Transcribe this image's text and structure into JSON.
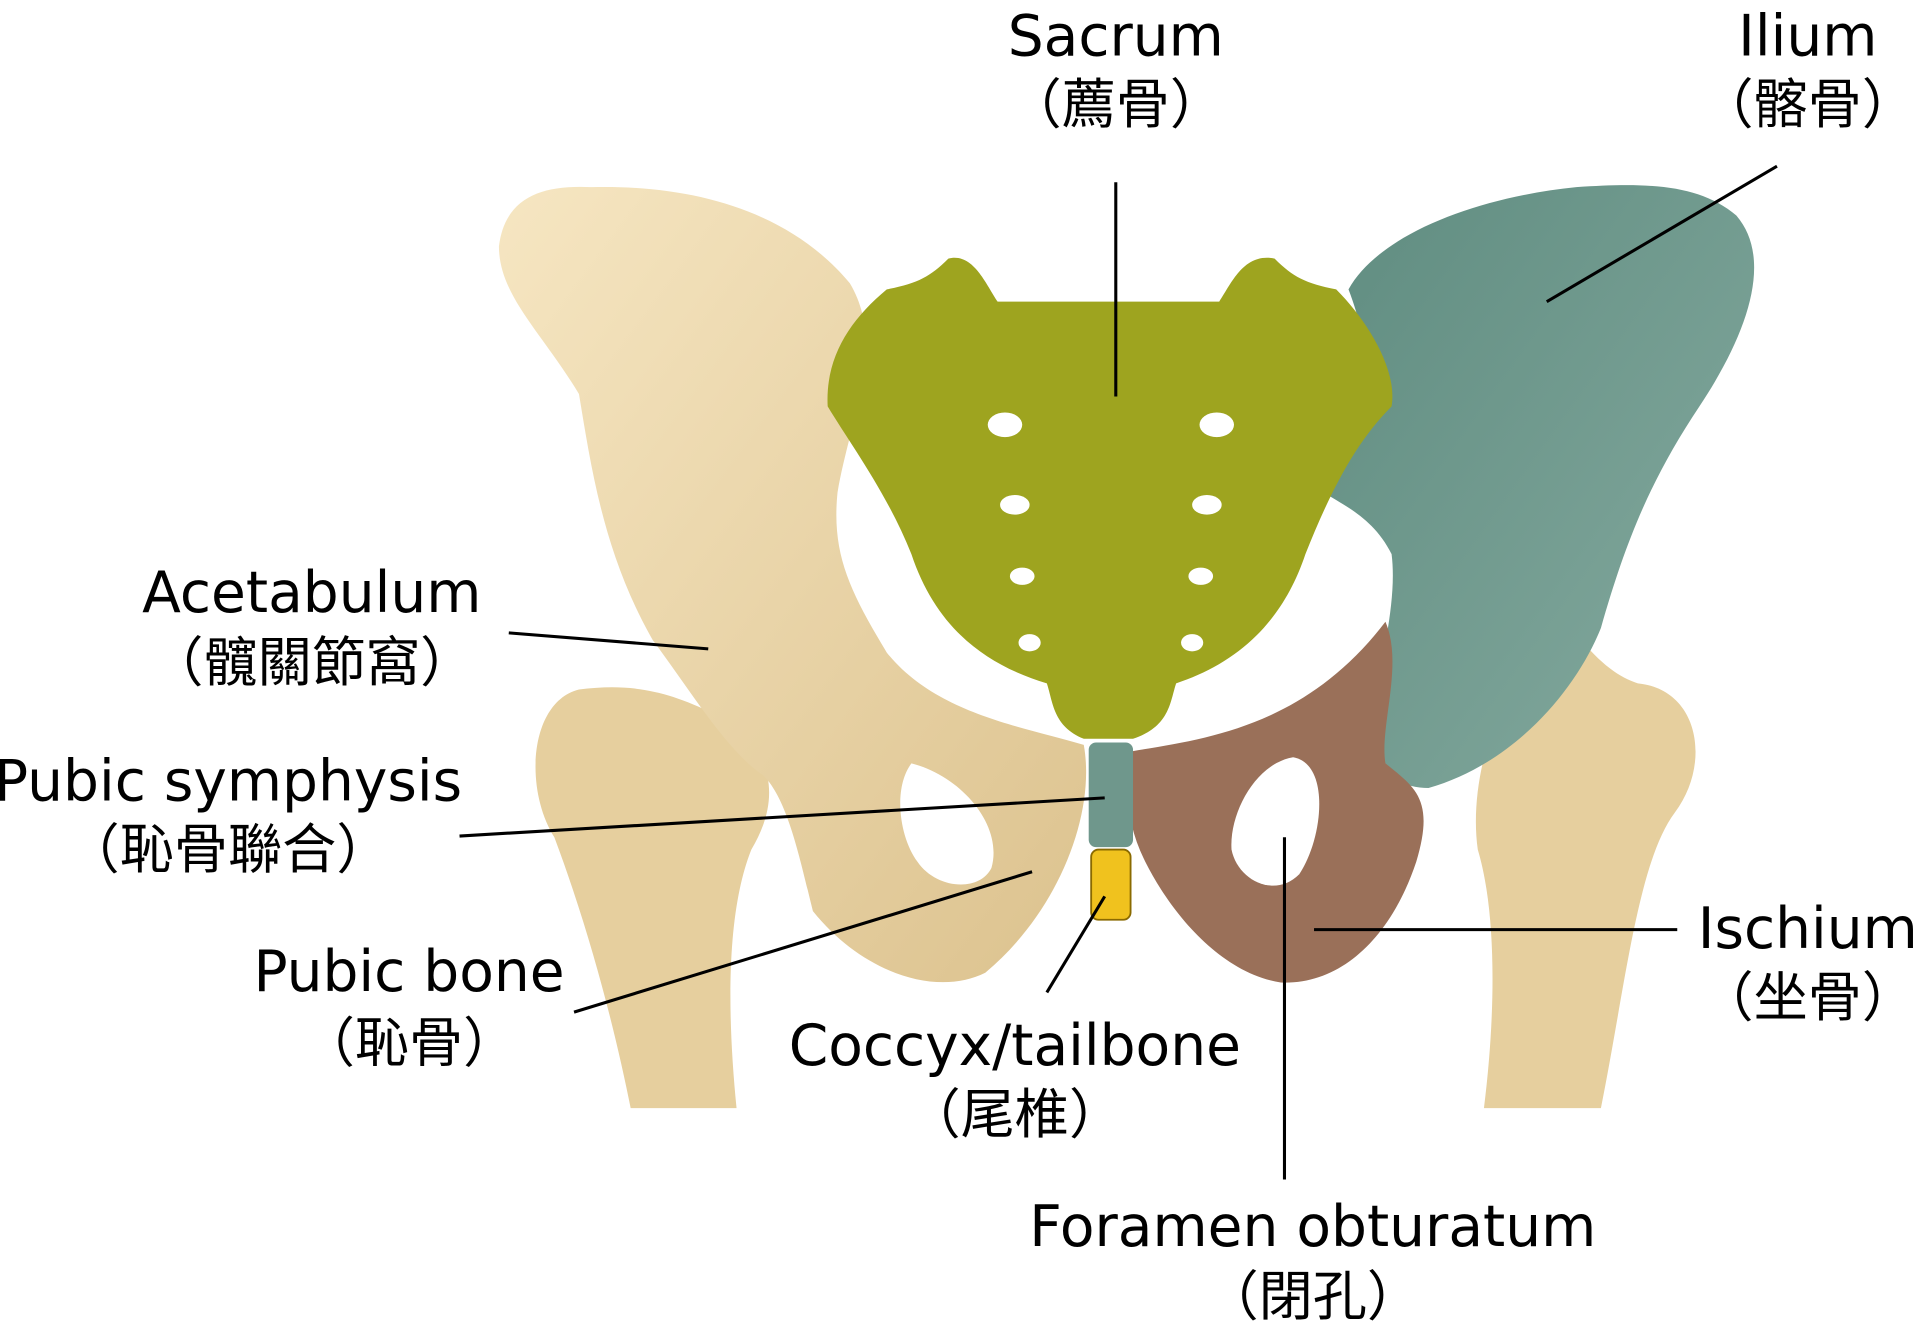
{
  "title": "Pelvis anatomy",
  "colors": {
    "hip_bone": "#efdbb0",
    "femur": "#ead5a6",
    "sacrum": "#9ea41f",
    "ilium": "#6f978c",
    "ischium": "#9a7059",
    "coccyx": "#f0c21e",
    "symphysis": "#6f978c"
  },
  "labels": {
    "sacrum": {
      "en": "Sacrum",
      "zh": "（薦骨）"
    },
    "ilium": {
      "en": "Ilium",
      "zh": "（髂骨）"
    },
    "acetabulum": {
      "en": "Acetabulum",
      "zh": "（髖關節窩）"
    },
    "pubic_symphysis": {
      "en": "Pubic symphysis",
      "zh": "（恥骨聯合）"
    },
    "pubic_bone": {
      "en": "Pubic bone",
      "zh": "（恥骨）"
    },
    "coccyx": {
      "en": "Coccyx/tailbone",
      "zh": "（尾椎）"
    },
    "ischium": {
      "en": "Ischium",
      "zh": "（坐骨）"
    },
    "foramen": {
      "en": "Foramen obturatum",
      "zh": "（閉孔）"
    }
  }
}
